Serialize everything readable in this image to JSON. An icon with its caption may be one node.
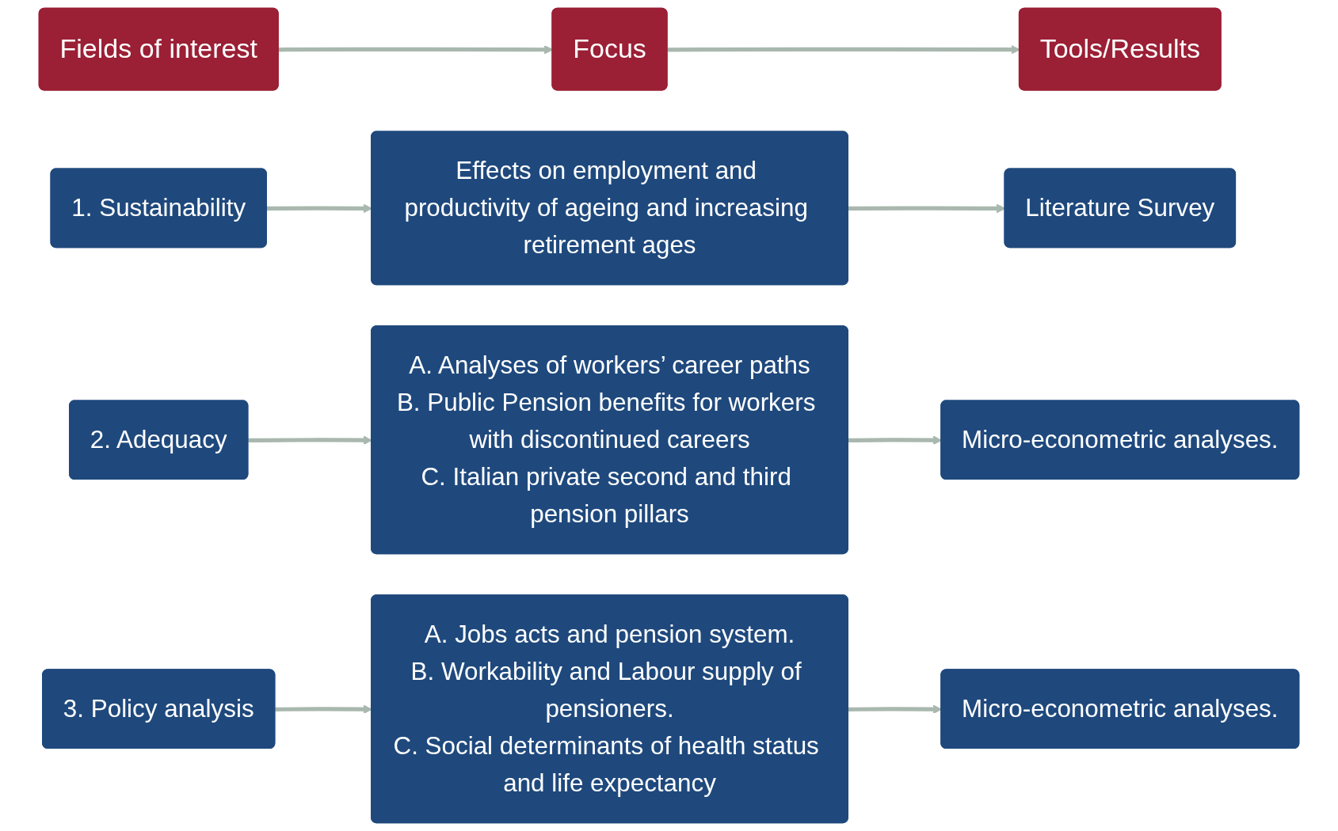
{
  "diagram": {
    "nodes": [
      {
        "text": [
          "Fields of interest"
        ]
      },
      {
        "text": [
          "Focus"
        ]
      },
      {
        "text": [
          "Tools/Results"
        ]
      },
      {
        "text": [
          "1. Sustainability"
        ]
      },
      {
        "text": [
          "Effects on employment and productivity of ageing and increasing retirement ages"
        ]
      },
      {
        "text": [
          "Literature Survey"
        ]
      },
      {
        "text": [
          "2. Adequacy"
        ]
      },
      {
        "text": [
          "A. Analyses of workers’ career paths",
          "B. Public Pension benefits for workers with discontinued careers",
          "C. Italian private second and third pension pillars"
        ]
      },
      {
        "text": [
          "Micro-econometric analyses."
        ]
      },
      {
        "text": [
          "3. Policy analysis"
        ]
      },
      {
        "text": [
          "A. Jobs acts and pension system.",
          "B. Workability and Labour supply of pensioners.",
          "C. Social determinants of health status and life expectancy"
        ]
      },
      {
        "text": [
          "Micro-econometric analyses."
        ]
      }
    ],
    "edges": [
      {
        "from": 0,
        "to": 1,
        "arrow": "to"
      },
      {
        "from": 1,
        "to": 2,
        "arrow": "to"
      },
      {
        "from": 3,
        "to": 4,
        "arrow": "to"
      },
      {
        "from": 4,
        "to": 5,
        "arrow": "to"
      },
      {
        "from": 6,
        "to": 7,
        "arrow": "to"
      },
      {
        "from": 7,
        "to": 8,
        "arrow": "to"
      },
      {
        "from": 9,
        "to": 10,
        "arrow": "to"
      },
      {
        "from": 10,
        "to": 11,
        "arrow": "to"
      }
    ]
  }
}
